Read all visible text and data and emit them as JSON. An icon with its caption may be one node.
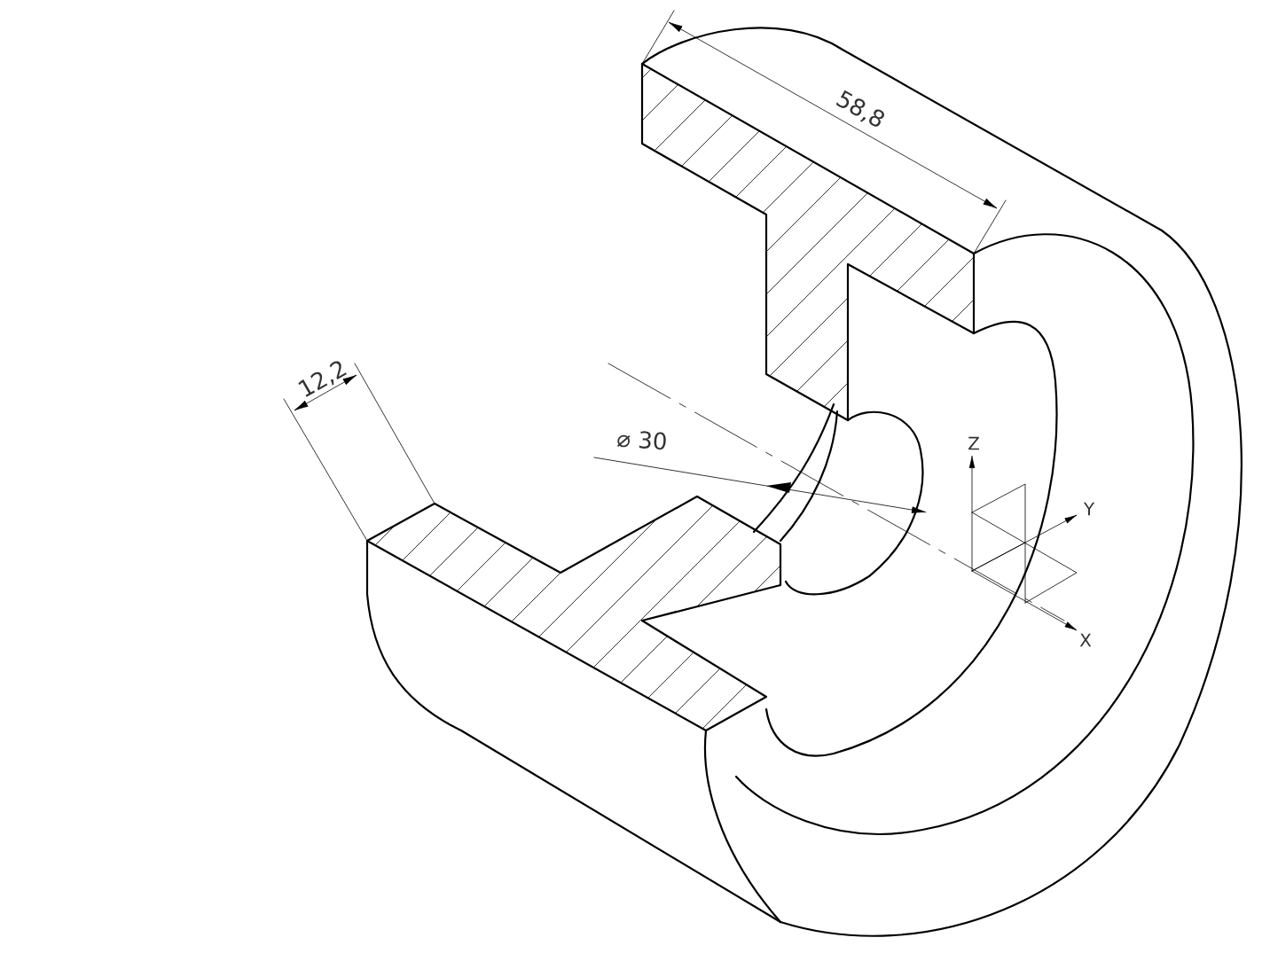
{
  "diagram": {
    "labels": [
      "58,8",
      "12,2",
      "⌀ 30",
      "Z",
      "Y",
      "X"
    ]
  }
}
